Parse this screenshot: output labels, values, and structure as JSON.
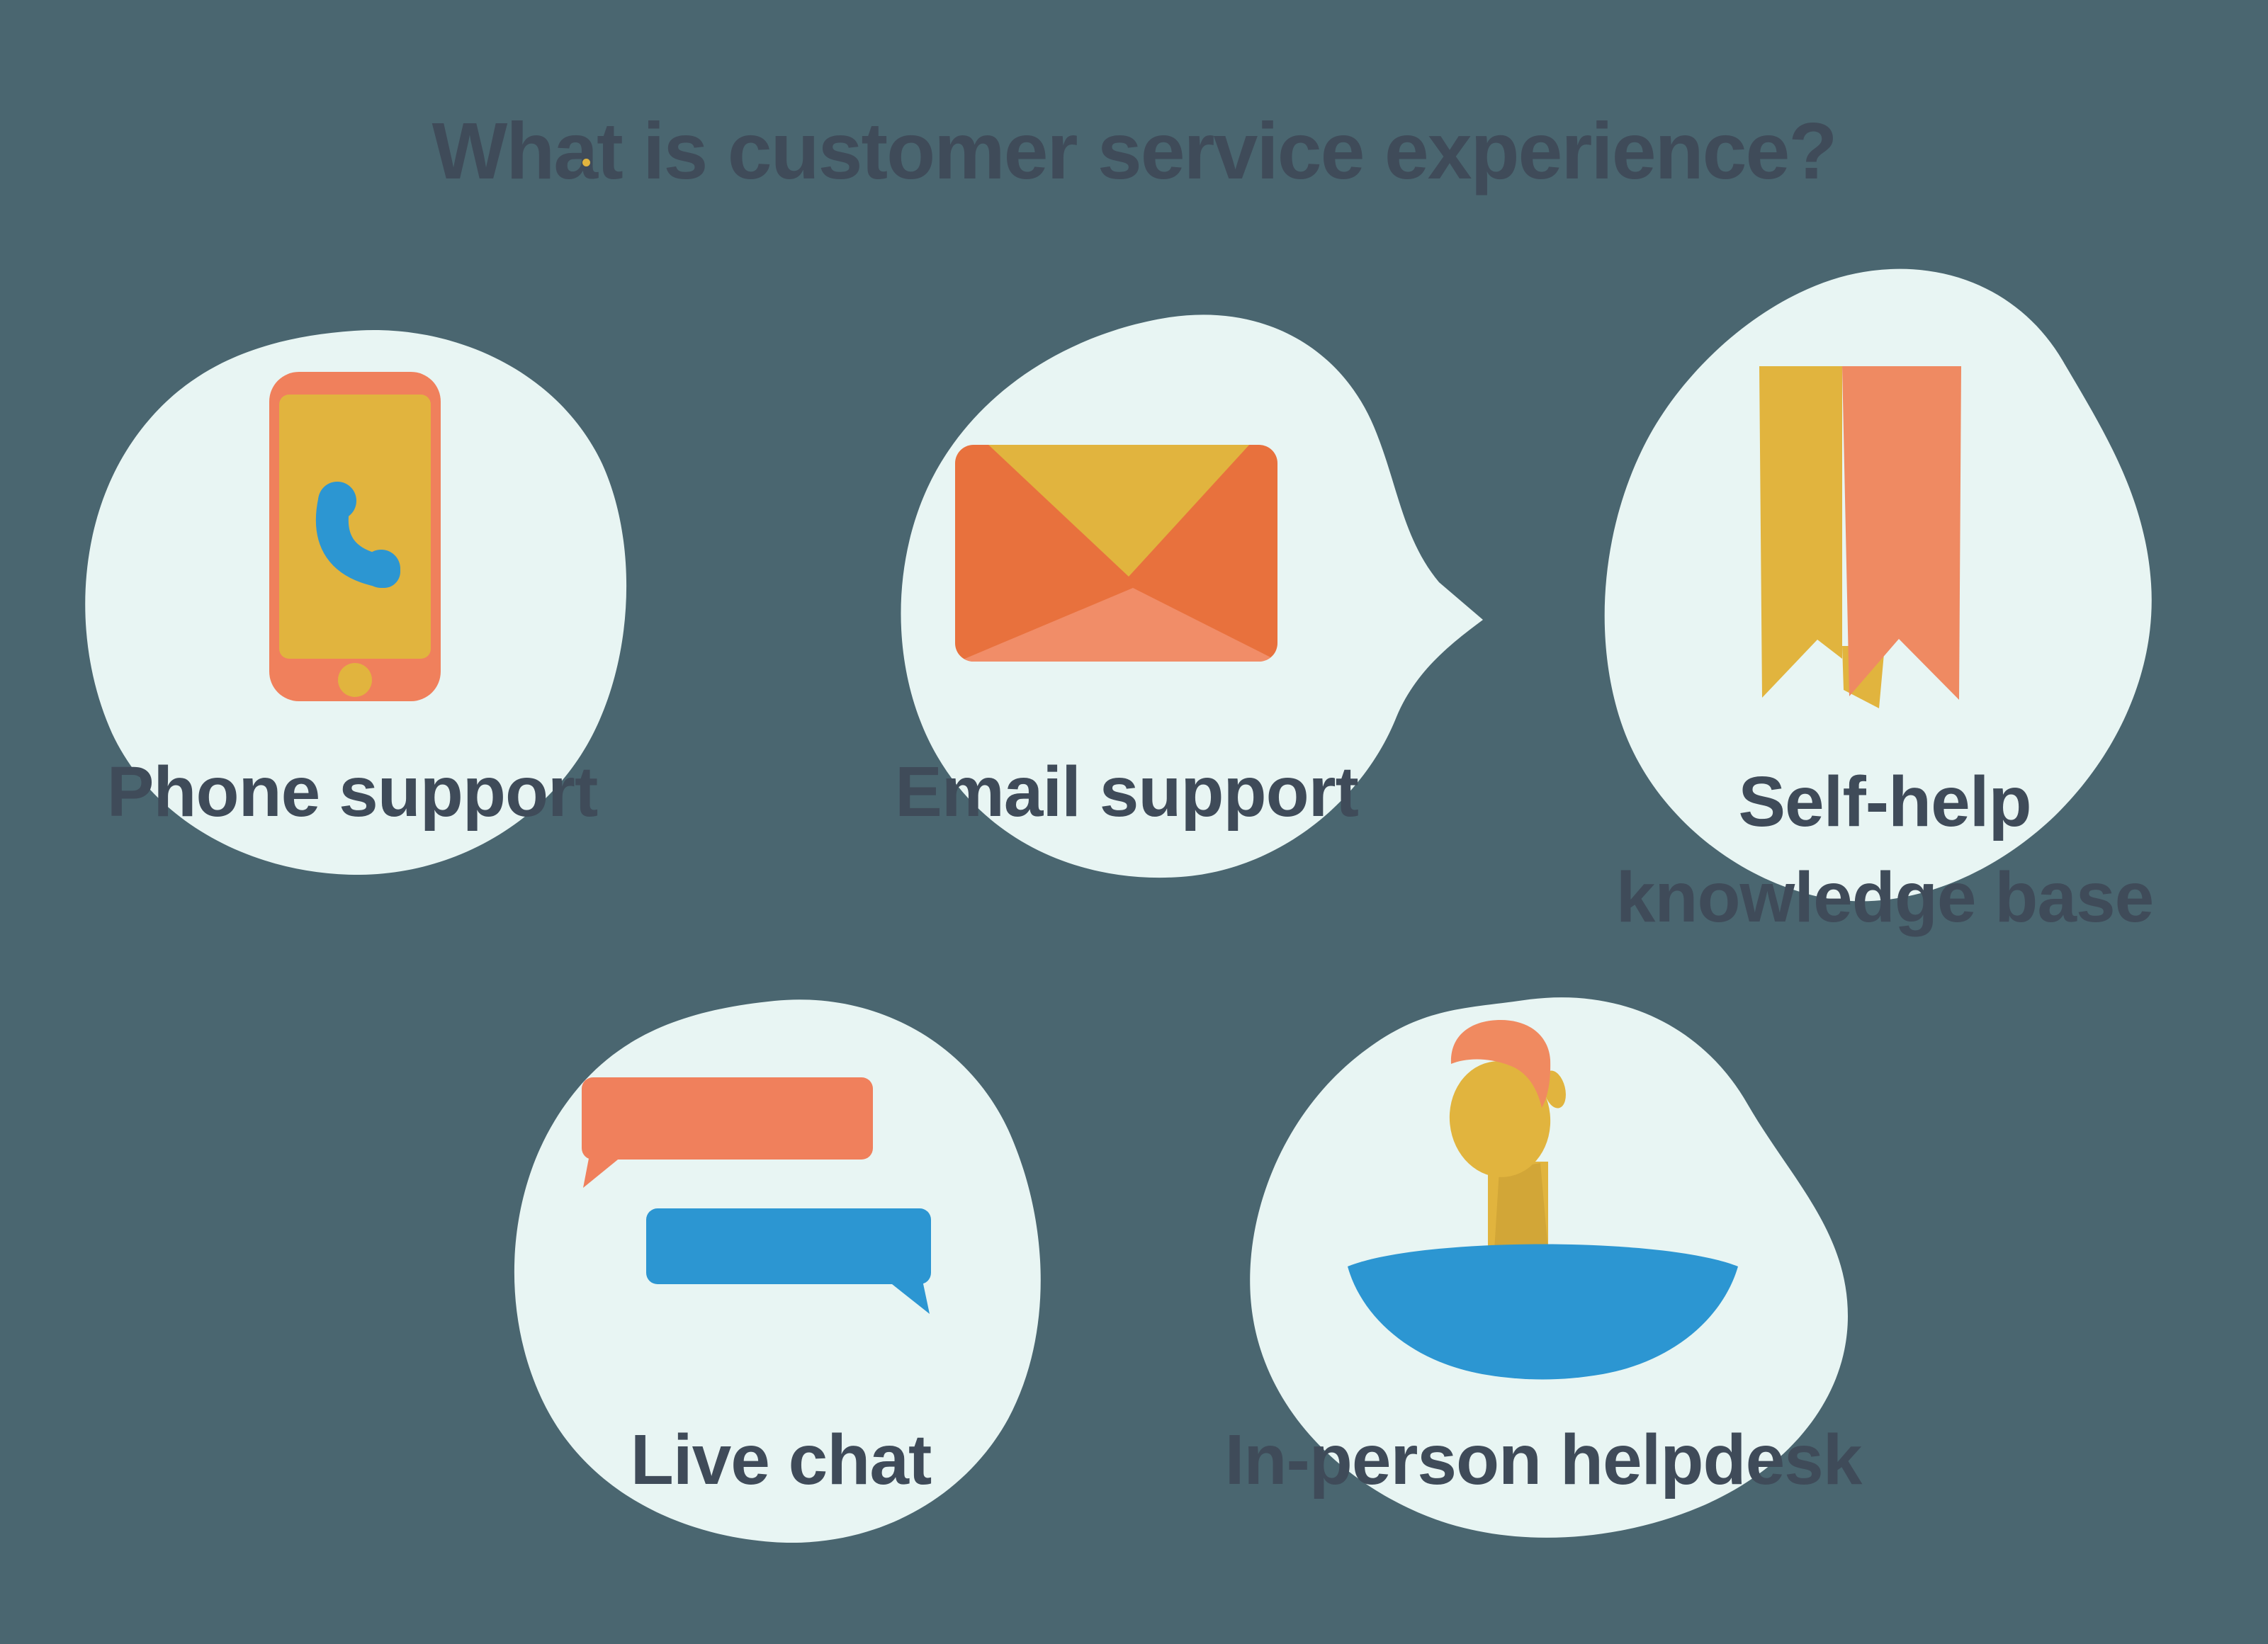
{
  "title": {
    "text": "What is customer service experience?",
    "accent_dot": "yellow"
  },
  "cards": [
    {
      "id": "phone-support",
      "icon": "phone-icon",
      "label": "Phone support"
    },
    {
      "id": "email-support",
      "icon": "envelope-icon",
      "label": "Email support"
    },
    {
      "id": "self-help",
      "icon": "bookmark-icon",
      "label_line1": "Self-help",
      "label_line2": "knowledge base"
    },
    {
      "id": "live-chat",
      "icon": "chat-bubbles-icon",
      "label": "Live chat"
    },
    {
      "id": "in-person",
      "icon": "person-desk-icon",
      "label": "In-person helpdesk"
    }
  ],
  "colors": {
    "bg": "#4A6670",
    "blob": "#E8F5F3",
    "ink": "#3F4B59",
    "coral": "#F0805C",
    "orange-deep": "#E8713D",
    "flap": "#F18D68",
    "ribbon-orange": "#EF8A62",
    "yellow": "#E1B43E",
    "yellow-dark": "#CFA336",
    "blue": "#2C96D2",
    "hair": "#F08A60"
  }
}
